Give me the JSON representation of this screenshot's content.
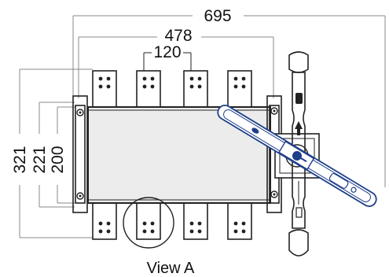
{
  "dimensions": {
    "overall_width": "695",
    "body_width": "478",
    "terminal_pitch": "120",
    "overall_height": "321",
    "mount_height": "221",
    "body_height": "200"
  },
  "detail_label": "View A",
  "colors": {
    "line": "#222222",
    "dimension_line": "#8a8a8a",
    "handle_rotated": "#1e3f8a",
    "body_fill": "#ececec"
  }
}
